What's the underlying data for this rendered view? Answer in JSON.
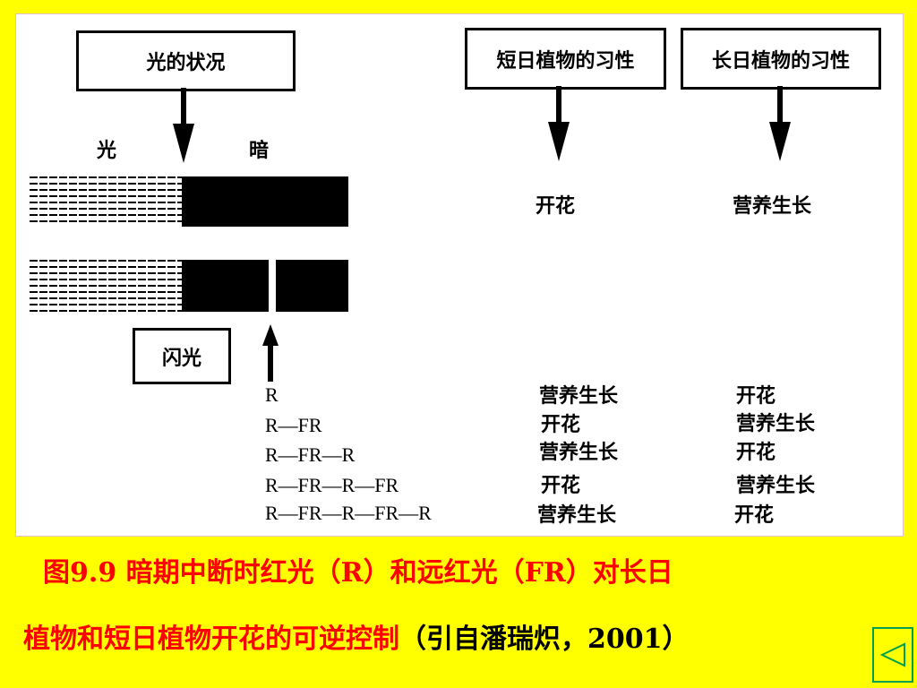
{
  "diagram": {
    "header_light_condition": "光的状况",
    "header_short_day": "短日植物的习性",
    "header_long_day": "长日植物的习性",
    "label_light": "光",
    "label_dark": "暗",
    "label_flash": "闪光",
    "row1": {
      "short_day": "开花",
      "long_day": "营养生长"
    },
    "flash_rows": [
      {
        "seq": "R",
        "short_day": "营养生长",
        "long_day": "开花"
      },
      {
        "seq": "R—FR",
        "short_day": "开花",
        "long_day": "营养生长"
      },
      {
        "seq": "R—FR—R",
        "short_day": "营养生长",
        "long_day": "开花"
      },
      {
        "seq": "R—FR—R—FR",
        "short_day": "开花",
        "long_day": "营养生长"
      },
      {
        "seq": "R—FR—R—FR—R",
        "short_day": "营养生长",
        "long_day": "开花"
      }
    ]
  },
  "caption": {
    "line1": "图9.9  暗期中断时红光（R）和远红光（FR）对长日",
    "line2_red": "植物和短日植物开花的可逆控制",
    "line2_black": "（引自潘瑞炽，2001）"
  },
  "colors": {
    "background": "#FFFF00",
    "caption_red": "#FF0000",
    "nav_border": "#00A050"
  },
  "icons": {
    "nav": "back-triangle-icon"
  }
}
